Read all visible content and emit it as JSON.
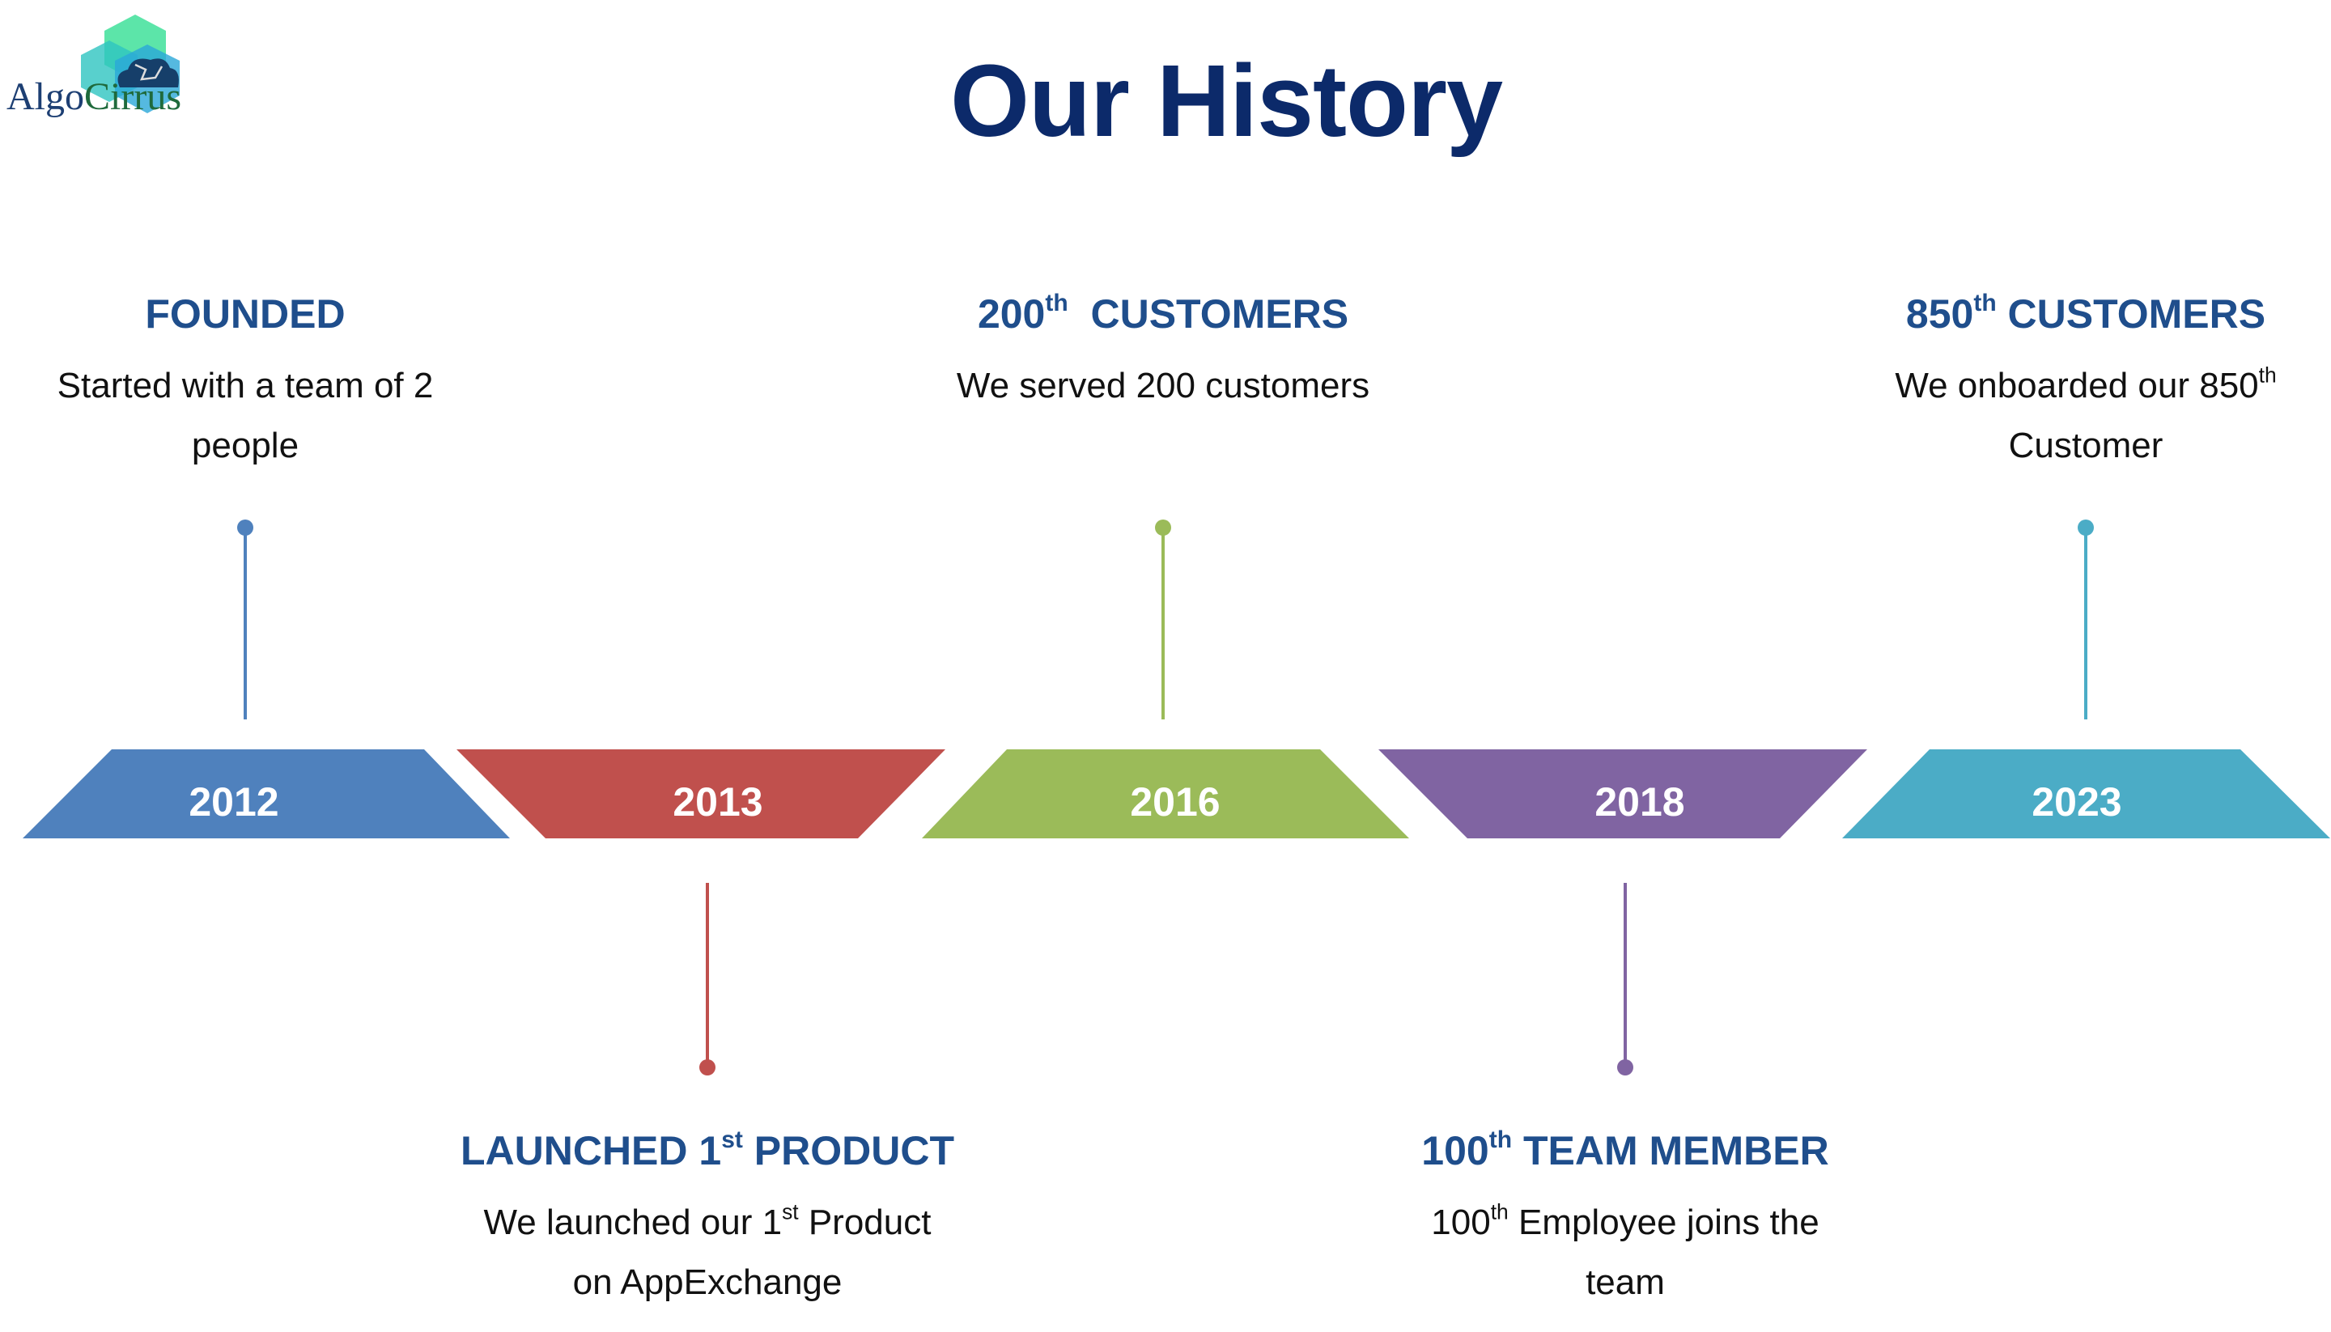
{
  "title": "Our History",
  "logo": {
    "part1": "Algo",
    "part2": "Cirrus"
  },
  "colors": {
    "blue": "#4f81bd",
    "red": "#c0504d",
    "green": "#9bbb59",
    "purple": "#8064a2",
    "teal": "#4bacc6",
    "heading": "#1f4e8c",
    "title": "#0c2a6a"
  },
  "years": [
    "2012",
    "2013",
    "2016",
    "2018",
    "2023"
  ],
  "events": [
    {
      "h": [
        "FOUNDED",
        "",
        ""
      ],
      "d1": [
        "Started with a team of 2",
        "",
        ""
      ],
      "d2": "people"
    },
    {
      "h": [
        "LAUNCHED 1",
        "st",
        " PRODUCT"
      ],
      "d1": [
        "We launched our 1",
        "st",
        " Product"
      ],
      "d2": "on AppExchange"
    },
    {
      "h": [
        "200",
        "th",
        "  CUSTOMERS"
      ],
      "d1": [
        "We served 200 customers",
        "",
        ""
      ],
      "d2": ""
    },
    {
      "h": [
        "100",
        "th",
        " TEAM MEMBER"
      ],
      "d1": [
        "100",
        "th",
        " Employee joins the"
      ],
      "d2": "team"
    },
    {
      "h": [
        "850",
        "th",
        " CUSTOMERS"
      ],
      "d1": [
        "We onboarded our 850",
        "th",
        ""
      ],
      "d2": "Customer"
    }
  ]
}
